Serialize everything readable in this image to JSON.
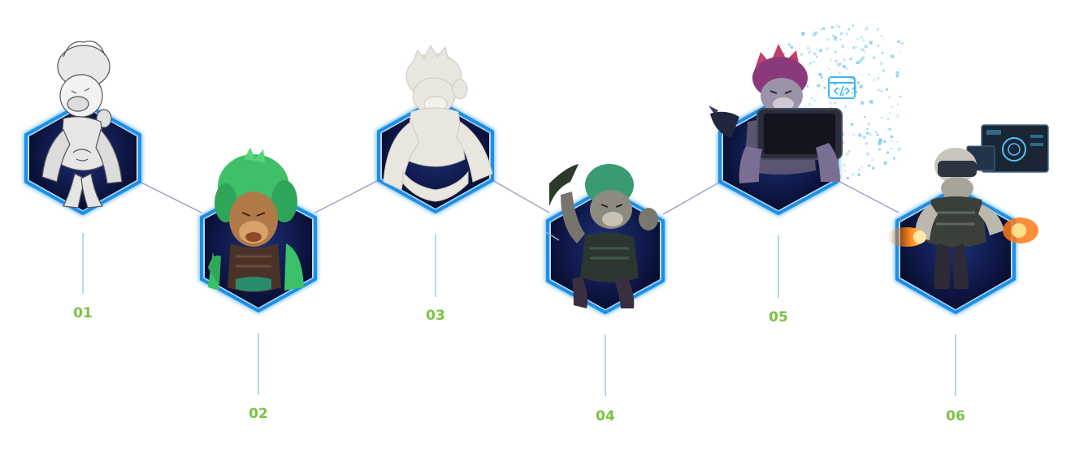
{
  "steps": [
    {
      "number": "01",
      "figure": "sketch-monkey-figure"
    },
    {
      "number": "02",
      "figure": "green-monkey-figure"
    },
    {
      "number": "03",
      "figure": "clay-monkey-figure"
    },
    {
      "number": "04",
      "figure": "rigged-monkey-figure"
    },
    {
      "number": "05",
      "figure": "purple-monkey-tablet-figure"
    },
    {
      "number": "06",
      "figure": "vr-monkey-figure"
    }
  ],
  "colors": {
    "label": "#7cc243",
    "hex_border": "#1d8fe6",
    "hex_fill_center": "#1a2a6b",
    "hex_fill_edge": "#070c2e",
    "connector": "#9aa0c8"
  },
  "icons": [
    "code-window-icon"
  ]
}
